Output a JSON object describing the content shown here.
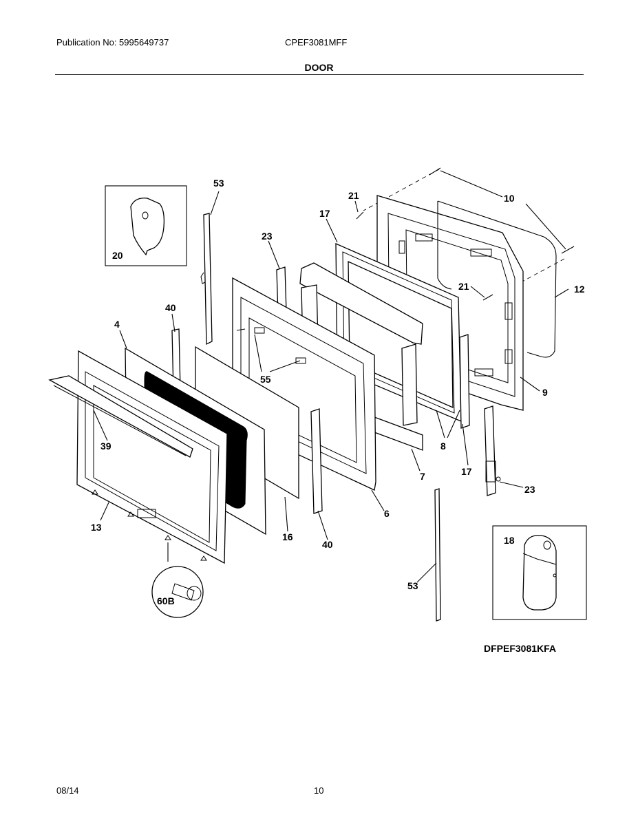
{
  "header": {
    "publication": "Publication No: 5995649737",
    "model": "CPEF3081MFF",
    "section": "DOOR"
  },
  "diagram": {
    "code": "DFPEF3081KFA",
    "callouts": {
      "c53a": "53",
      "c20": "20",
      "c23a": "23",
      "c21a": "21",
      "c17a": "17",
      "c10": "10",
      "c12": "12",
      "c21b": "21",
      "c40a": "40",
      "c4": "4",
      "c55": "55",
      "c9": "9",
      "c39": "39",
      "c8": "8",
      "c7": "7",
      "c17b": "17",
      "c23b": "23",
      "c6": "6",
      "c13": "13",
      "c16": "16",
      "c40b": "40",
      "c18": "18",
      "c53b": "53",
      "c60b": "60B"
    }
  },
  "footer": {
    "date": "08/14",
    "page": "10"
  }
}
